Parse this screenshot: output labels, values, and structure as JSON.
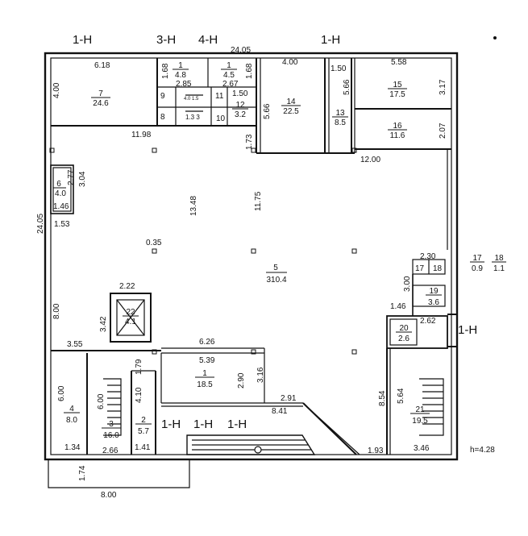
{
  "axis_marks": [
    "1-Н",
    "3-Н",
    "4-Н",
    "1-Н",
    "1-Н",
    "1-Н",
    "1-Н",
    "1-Н"
  ],
  "overall": {
    "top_length": "24.05",
    "left_length": "24.05",
    "height_note": "h=4.28"
  },
  "rooms": [
    {
      "num": "7",
      "area": "24.6"
    },
    {
      "num": "1",
      "area": "4.8"
    },
    {
      "num": "1",
      "area": "4.5"
    },
    {
      "num": "12",
      "area": "3.2"
    },
    {
      "num": "14",
      "area": "22.5"
    },
    {
      "num": "13",
      "area": "8.5"
    },
    {
      "num": "15",
      "area": "17.5"
    },
    {
      "num": "16",
      "area": "11.6"
    },
    {
      "num": "6",
      "area": "4.0"
    },
    {
      "num": "5",
      "area": "310.4"
    },
    {
      "num": "22",
      "area": "4.1"
    },
    {
      "num": "1",
      "area": "18.5"
    },
    {
      "num": "4",
      "area": "8.0"
    },
    {
      "num": "3",
      "area": "16.0"
    },
    {
      "num": "2",
      "area": "5.7"
    },
    {
      "num": "21",
      "area": "19.5"
    },
    {
      "num": "20",
      "area": "2.6"
    },
    {
      "num": "19",
      "area": "3.6"
    },
    {
      "num": "17",
      "area": "0.9"
    },
    {
      "num": "18",
      "area": "1.1"
    }
  ],
  "small_rooms": [
    "9",
    "8",
    "10",
    "11",
    "17",
    "18",
    "4.0 1.5",
    "1.3 3"
  ],
  "dimensions": [
    "6.18",
    "1.68",
    "2.85",
    "2.67",
    "1.68",
    "1.50",
    "4.00",
    "1.50",
    "5.58",
    "4.00",
    "5.66",
    "5.66",
    "3.17",
    "2.07",
    "11.98",
    "1.73",
    "12.00",
    "2.77",
    "3.04",
    "1.46",
    "1.53",
    "13.48",
    "11.75",
    "0.35",
    "2.22",
    "3.42",
    "8.00",
    "2.30",
    "3.00",
    "1.46",
    "2.62",
    "3.55",
    "6.26",
    "5.39",
    "1.79",
    "2.90",
    "3.16",
    "4.10",
    "6.00",
    "6.00",
    "8.54",
    "5.64",
    "2.91",
    "8.41",
    "1.34",
    "2.66",
    "1.41",
    "1.93",
    "3.46",
    "1.74",
    "8.00"
  ]
}
